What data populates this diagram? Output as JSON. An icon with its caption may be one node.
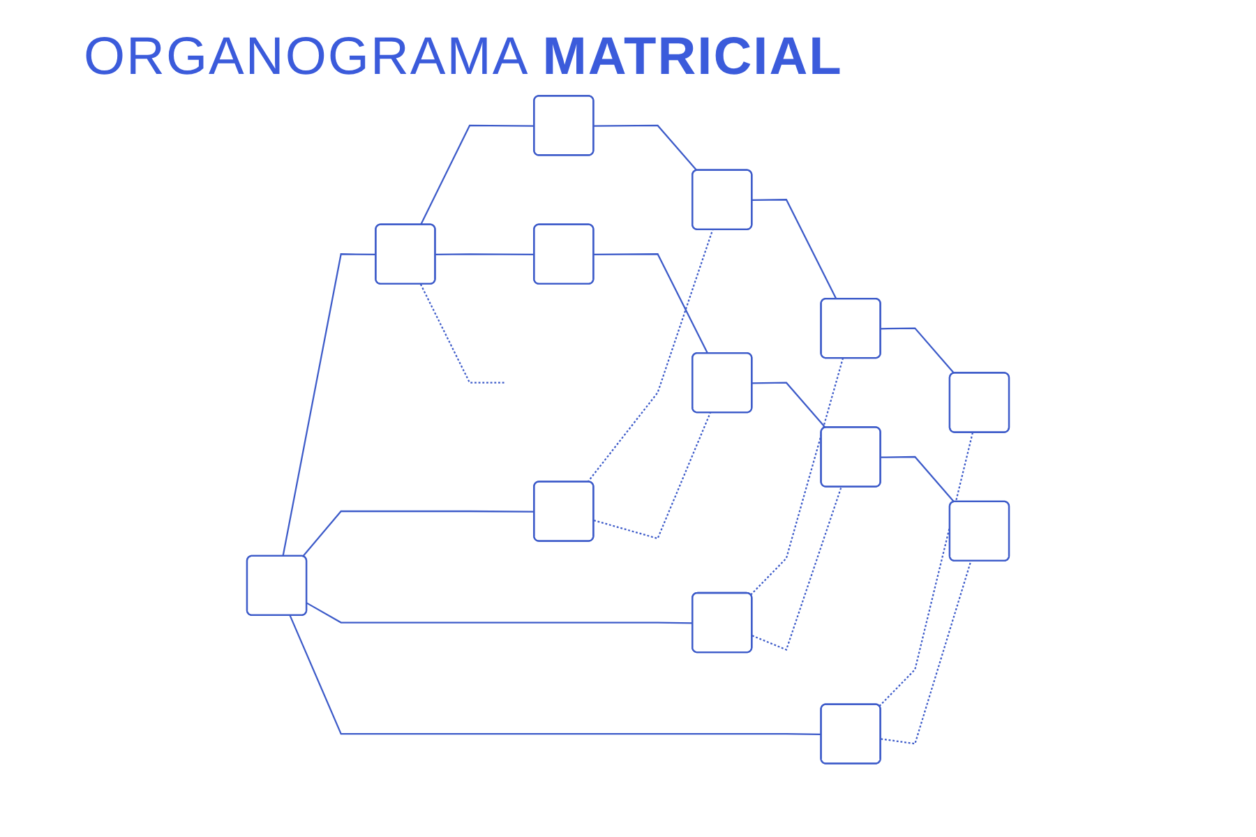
{
  "diagram": {
    "title": "ORGANOGRAMA **MATRICIAL**",
    "nodes": [
      {
        "text": [],
        "shape": "box"
      },
      {
        "text": [],
        "shape": "box"
      },
      {
        "text": [],
        "shape": "box"
      },
      {
        "text": [],
        "shape": "box"
      },
      {
        "text": [],
        "shape": "box"
      },
      {
        "text": [],
        "shape": "box"
      },
      {
        "text": [],
        "shape": "box"
      },
      {
        "text": [],
        "shape": "box"
      },
      {
        "text": [],
        "shape": "box"
      },
      {
        "text": [],
        "shape": "box"
      },
      {
        "text": [],
        "shape": "box"
      },
      {
        "text": [],
        "shape": "box"
      },
      {
        "text": [],
        "shape": "box"
      }
    ],
    "edges": [
      {
        "from": 0,
        "to": 1,
        "arrow": "none"
      },
      {
        "from": 0,
        "to": 2,
        "arrow": "none"
      },
      {
        "from": 0,
        "to": 3,
        "arrow": "none"
      },
      {
        "from": 0,
        "to": 4,
        "arrow": "none"
      },
      {
        "from": 1,
        "to": 5,
        "arrow": "none"
      },
      {
        "from": 1,
        "to": 9,
        "arrow": "none"
      },
      {
        "from": 1,
        "to": null,
        "arrow": "none",
        "style": "dashed"
      },
      {
        "from": 2,
        "to": 6,
        "arrow": "none",
        "style": "dashed"
      },
      {
        "from": 2,
        "to": 10,
        "arrow": "none",
        "style": "dashed"
      },
      {
        "from": 3,
        "to": 7,
        "arrow": "none",
        "style": "dashed"
      },
      {
        "from": 3,
        "to": 11,
        "arrow": "none",
        "style": "dashed"
      },
      {
        "from": 4,
        "to": 8,
        "arrow": "none",
        "style": "dashed"
      },
      {
        "from": 4,
        "to": 12,
        "arrow": "none",
        "style": "dashed"
      },
      {
        "from": 5,
        "to": 6,
        "arrow": "none"
      },
      {
        "from": 6,
        "to": 7,
        "arrow": "none"
      },
      {
        "from": 7,
        "to": 8,
        "arrow": "none"
      },
      {
        "from": 9,
        "to": 10,
        "arrow": "none"
      },
      {
        "from": 10,
        "to": 11,
        "arrow": "none"
      },
      {
        "from": 11,
        "to": 12,
        "arrow": "none"
      }
    ]
  }
}
